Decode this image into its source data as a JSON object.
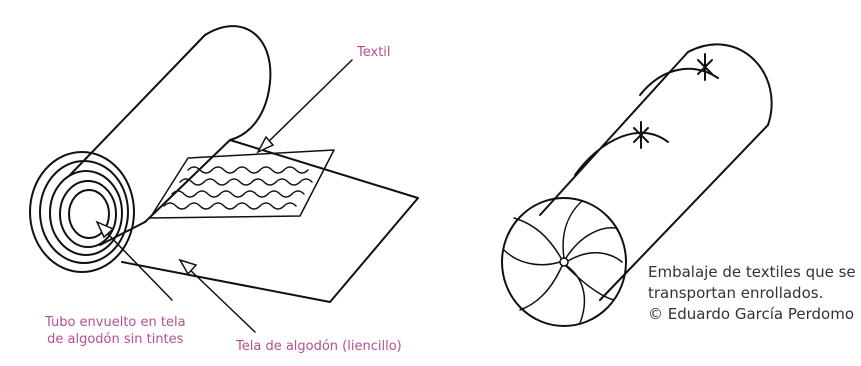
{
  "left_figure": {
    "label_textil": "Textil",
    "label_tubo_line1": "Tubo envuelto en tela",
    "label_tubo_line2": "de algodón sin tintes",
    "label_tela": "Tela de algodón (liencillo)"
  },
  "right_figure": {
    "caption_line1": "Embalaje de textiles que se",
    "caption_line2": "transportan enrollados.",
    "caption_line3": "© Eduardo García Perdomo"
  },
  "colors": {
    "label_pink": "#b4508f",
    "caption_text": "#333333",
    "line_ink": "#111111"
  }
}
